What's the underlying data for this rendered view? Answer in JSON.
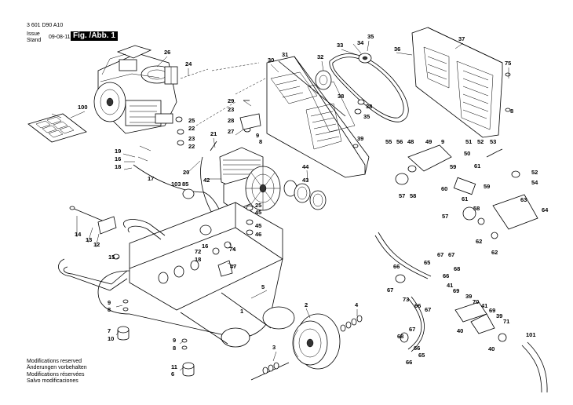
{
  "header": {
    "doc_number": "3 601 D90 A10",
    "issue_label": "Issue\nStand",
    "issue_date": "09-08-11",
    "figure_label": "Fig. /Abb. 1"
  },
  "footer": {
    "modifications": [
      "Modifications reserved",
      "Änderungen vorbehalten",
      "Modifications réservées",
      "Salvo modificaciones"
    ]
  },
  "callouts": {
    "n1": "1",
    "n2": "2",
    "n3": "3",
    "n4": "4",
    "n5": "5",
    "n6": "6",
    "n7": "7",
    "n8": "8",
    "n9": "9",
    "n10": "10",
    "n11": "11",
    "n12": "12",
    "n13": "13",
    "n14": "14",
    "n15": "15",
    "n16": "16",
    "n17": "17",
    "n18": "18",
    "n19": "19",
    "n20": "20",
    "n21": "21",
    "n22": "22",
    "n23": "23",
    "n24": "24",
    "n25": "25",
    "n26": "26",
    "n27": "27",
    "n28": "28",
    "n29": "29",
    "n30": "30",
    "n31": "31",
    "n32": "32",
    "n33": "33",
    "n34": "34",
    "n35": "35",
    "n36": "36",
    "n37": "37",
    "n38": "38",
    "n39": "39",
    "n40": "40",
    "n41": "41",
    "n42": "42",
    "n43": "43",
    "n44": "44",
    "n45": "45",
    "n46": "46",
    "n47": "47",
    "n48": "48",
    "n49": "49",
    "n50": "50",
    "n51": "51",
    "n52": "52",
    "n53": "53",
    "n54": "54",
    "n55": "55",
    "n56": "56",
    "n57": "57",
    "n58": "58",
    "n59": "59",
    "n60": "60",
    "n61": "61",
    "n62": "62",
    "n63": "63",
    "n64": "64",
    "n65": "65",
    "n66": "66",
    "n67": "67",
    "n68": "68",
    "n69": "69",
    "n70": "70",
    "n71": "71",
    "n72": "72",
    "n73": "73",
    "n74": "74",
    "n75": "75",
    "n85": "85",
    "n100": "100",
    "n101": "101",
    "n103": "103"
  }
}
